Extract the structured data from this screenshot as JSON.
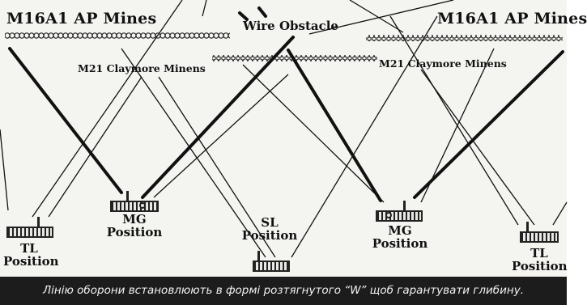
{
  "labels": {
    "mines_left": "M16A1 AP Mines",
    "mines_right": "M16A1 AP Mines",
    "wire": "Wire Obstacle",
    "claymore_left": "M21 Claymore Minens",
    "claymore_right": "M21 Claymore Minens",
    "tl_left_1": "TL",
    "tl_left_2": "Position",
    "mg_left_1": "MG",
    "mg_left_2": "Position",
    "sl_1": "SL",
    "sl_2": "Position",
    "mg_right_1": "MG",
    "mg_right_2": "Position",
    "tl_right_1": "TL",
    "tl_right_2": "Position"
  },
  "caption": "Лінію оборони встановлюють в формі розтягнутого “W” щоб гарантувати глибину.",
  "colors": {
    "ink": "#111111",
    "paper": "#f4f4f1",
    "caption_bg": "#1c1c1c",
    "caption_text": "#f2f2f2"
  }
}
